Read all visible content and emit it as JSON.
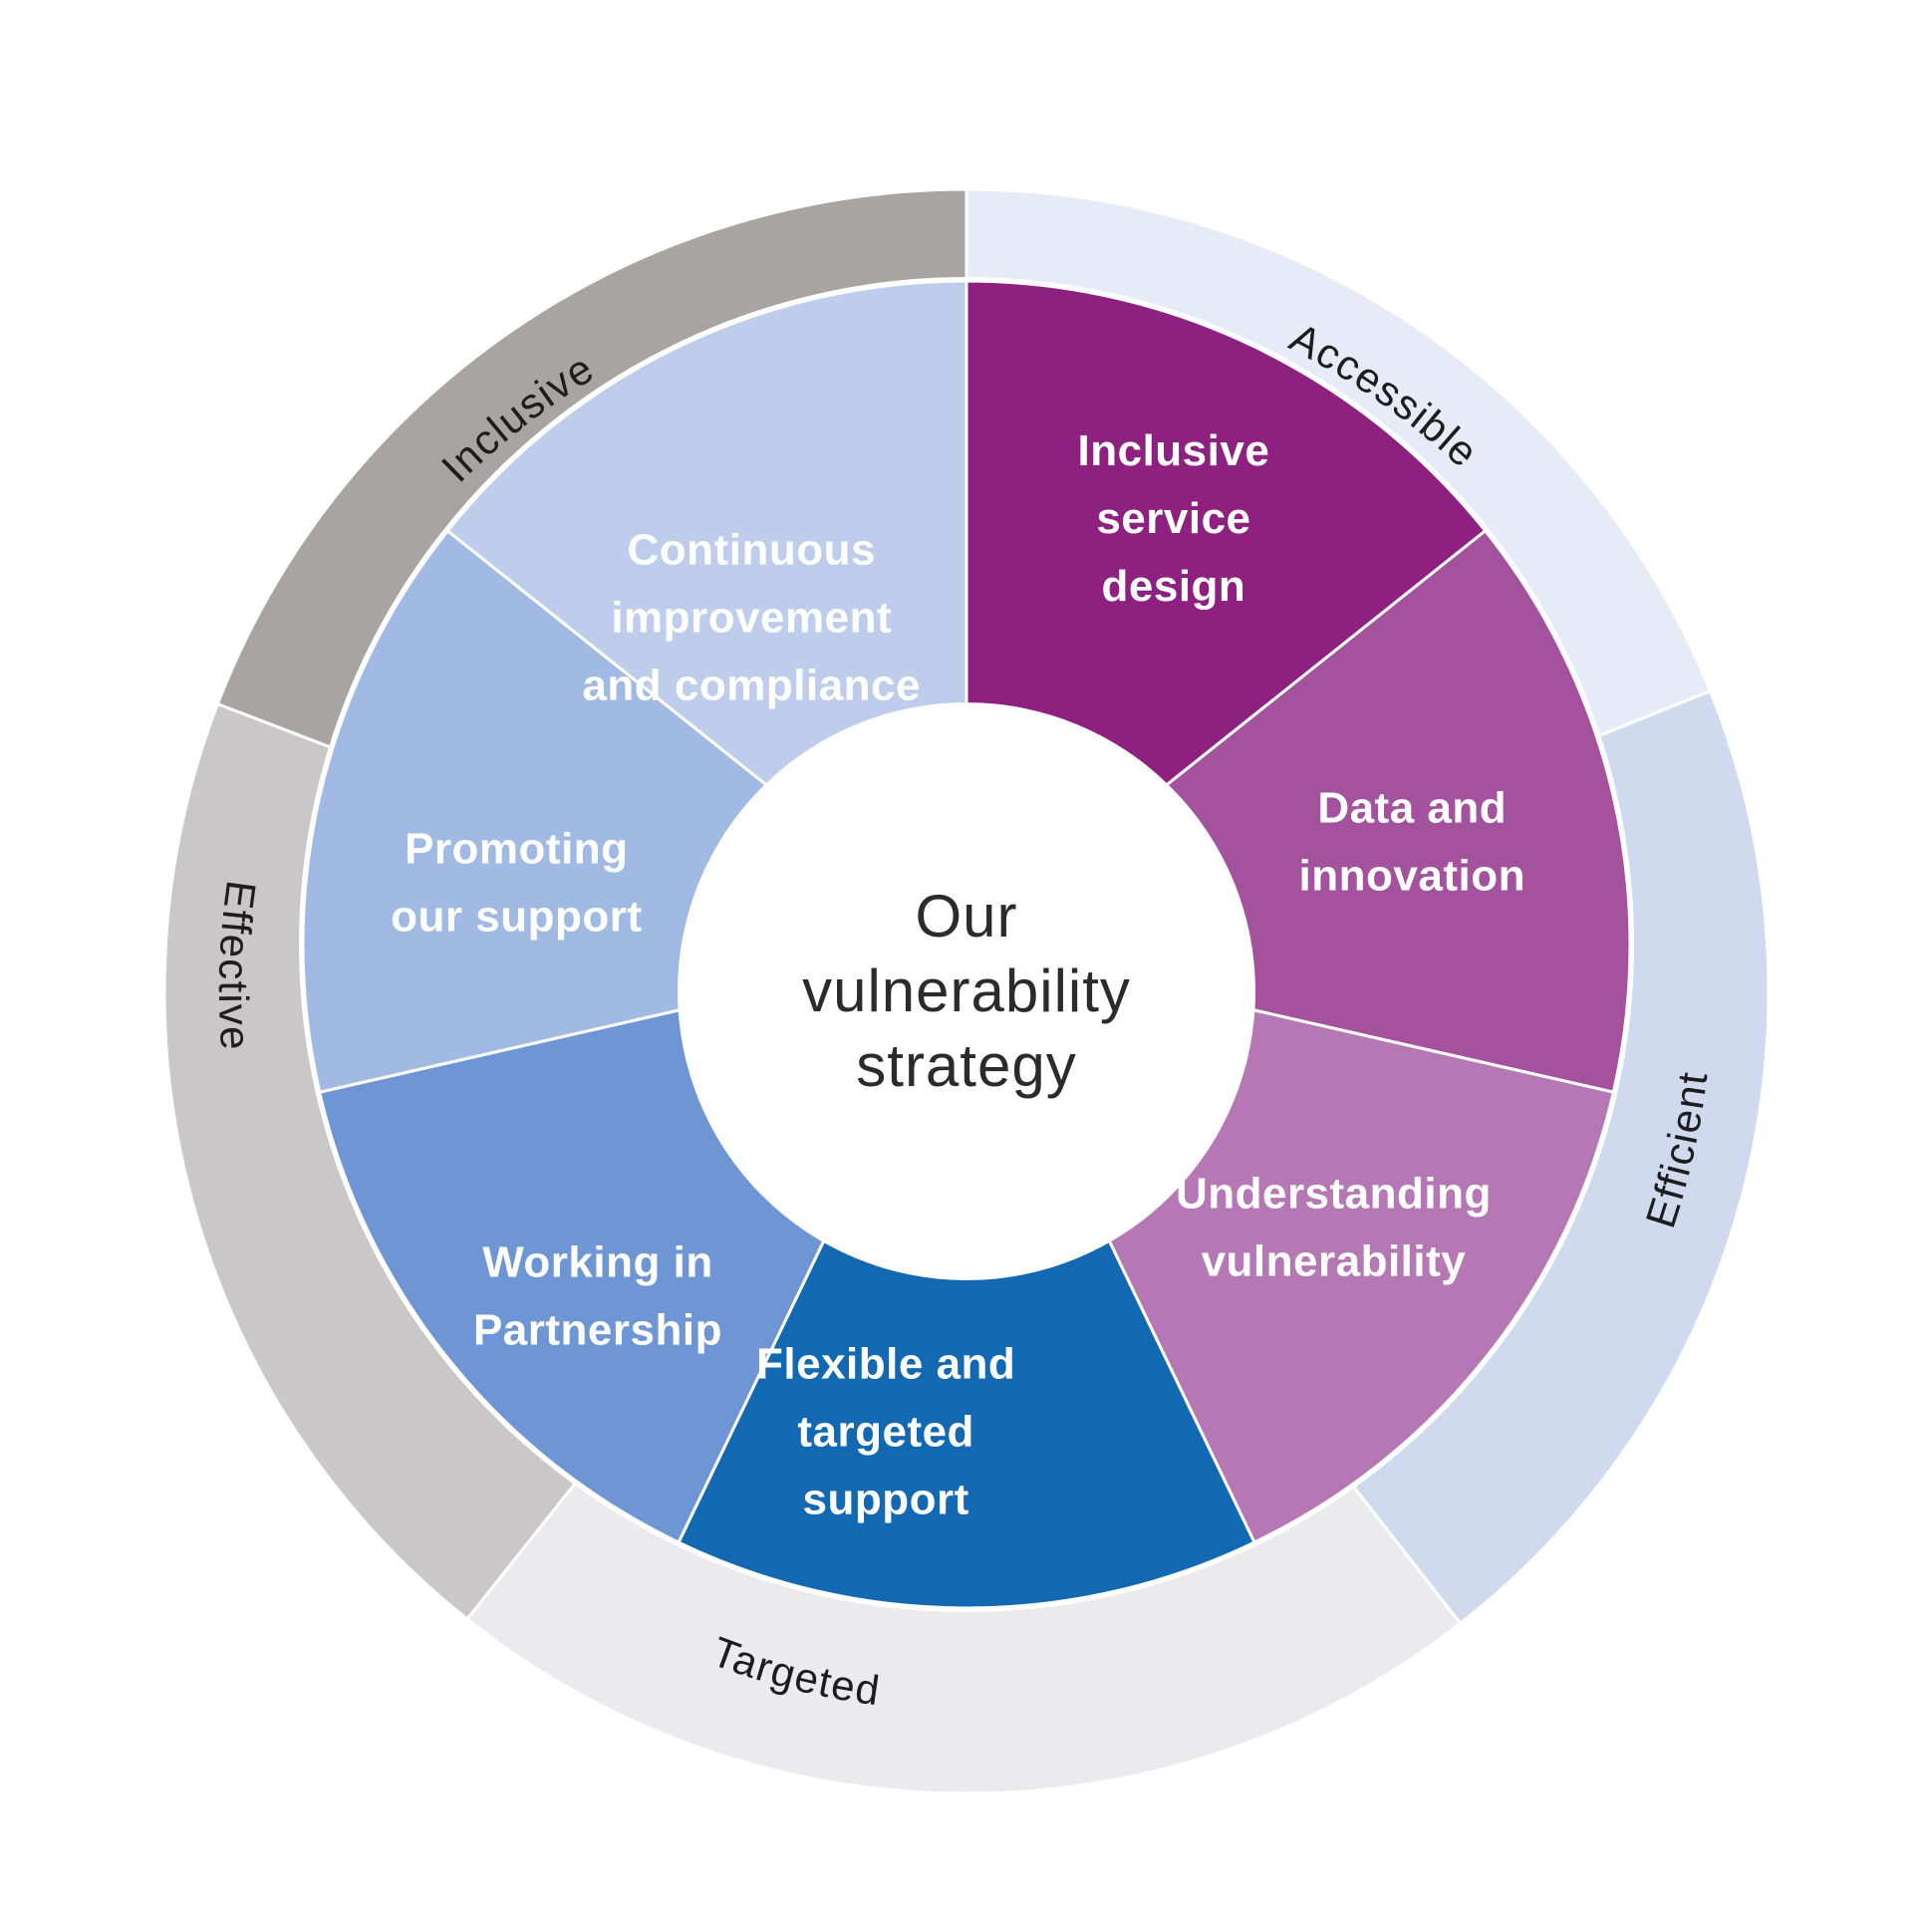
{
  "title": {
    "lines": [
      "Our",
      "vulnerability",
      "strategy"
    ]
  },
  "wheel": {
    "description": "Seven inner strategy segments, clockwise from top",
    "segments": [
      {
        "id": "inclusive-service-design",
        "label_lines": [
          "Inclusive",
          "service",
          "design"
        ],
        "color": "#8e2180",
        "label": {
          "bearing": 25.9,
          "radius": 476
        }
      },
      {
        "id": "data-and-innovation",
        "label_lines": [
          "Data and",
          "innovation"
        ],
        "color": "#a4519e",
        "label": {
          "bearing": 77.0,
          "radius": 459
        }
      },
      {
        "id": "understanding-vulnerability",
        "label_lines": [
          "Understanding",
          "vulnerability"
        ],
        "color": "#b678b4",
        "label": {
          "bearing": 127.6,
          "radius": 465
        }
      },
      {
        "id": "flexible-and-targeted-support",
        "label_lines": [
          "Flexible and",
          "targeted",
          "support"
        ],
        "color": "#1268b1",
        "label": {
          "bearing": 189.4,
          "radius": 495
        }
      },
      {
        "id": "working-in-partnership",
        "label_lines": [
          "Working in",
          "Partnership"
        ],
        "color": "#6e96d4",
        "label": {
          "bearing": 226.4,
          "radius": 511
        }
      },
      {
        "id": "promoting-our-support",
        "label_lines": [
          "Promoting",
          "our support"
        ],
        "color": "#a1bae3",
        "label": {
          "bearing": 277.9,
          "radius": 456
        }
      },
      {
        "id": "continuous-improvement-and-compliance",
        "label_lines": [
          "Continuous",
          "improvement",
          "and compliance"
        ],
        "color": "#bdcdeb",
        "label": {
          "bearing": 326.7,
          "radius": 393
        }
      }
    ]
  },
  "ring": {
    "description": "Five outer principle segments, clockwise from top",
    "segments": [
      {
        "id": "accessible",
        "label": "Accessible",
        "color": "#e7ebf7",
        "start": 0,
        "end": 68,
        "label_bearing": 35,
        "text_radius": 722,
        "direction": "cw"
      },
      {
        "id": "efficient",
        "label": "Efficient",
        "color": "#d0daee",
        "start": 68,
        "end": 142,
        "label_bearing": 102.5,
        "text_radius": 748,
        "direction": "ccw"
      },
      {
        "id": "targeted",
        "label": "Targeted",
        "color": "#ebebed",
        "start": 142,
        "end": 218.5,
        "label_bearing": 194,
        "text_radius": 722,
        "direction": "ccw"
      },
      {
        "id": "effective",
        "label": "Effective",
        "color": "#c9c7c8",
        "start": 218.5,
        "end": 291,
        "label_bearing": 272,
        "text_radius": 750,
        "direction": "ccw"
      },
      {
        "id": "inclusive",
        "label": "Inclusive",
        "color": "#a8a4a4",
        "start": 291,
        "end": 360,
        "label_bearing": 322,
        "text_radius": 720,
        "direction": "cw"
      }
    ]
  }
}
